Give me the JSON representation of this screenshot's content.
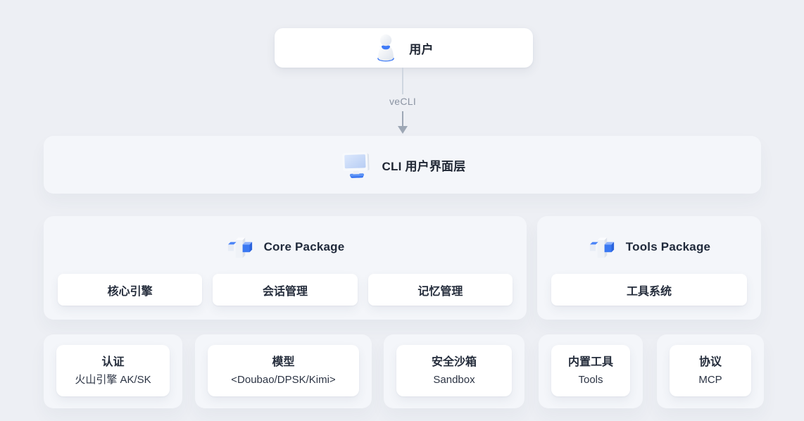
{
  "colors": {
    "background": "#edeff4",
    "panel": "#f4f6fa",
    "card": "#ffffff",
    "accent_blue": "#3b7bf5",
    "arrow_gray": "#9da7b5",
    "muted_text": "#8a93a2",
    "dark_text": "#1f2633"
  },
  "user_node": {
    "label": "用户",
    "icon": "user-3d-icon"
  },
  "arrow": {
    "label": "veCLI"
  },
  "cli_layer": {
    "label": "CLI 用户界面层",
    "icon": "monitor-3d-icon"
  },
  "packages": [
    {
      "title": "Core Package",
      "icon": "package-3d-icon",
      "boxes": [
        "核心引擎",
        "会话管理",
        "记忆管理"
      ]
    },
    {
      "title": "Tools Package",
      "icon": "package-3d-icon",
      "boxes": [
        "工具系统"
      ]
    }
  ],
  "bottom_nodes": [
    {
      "line1": "认证",
      "line2": "火山引擎 AK/SK"
    },
    {
      "line1": "模型",
      "line2": "<Doubao/DPSK/Kimi>"
    },
    {
      "line1": "安全沙箱",
      "line2": "Sandbox"
    },
    {
      "line1": "内置工具",
      "line2": "Tools"
    },
    {
      "line1": "协议",
      "line2": "MCP"
    }
  ]
}
